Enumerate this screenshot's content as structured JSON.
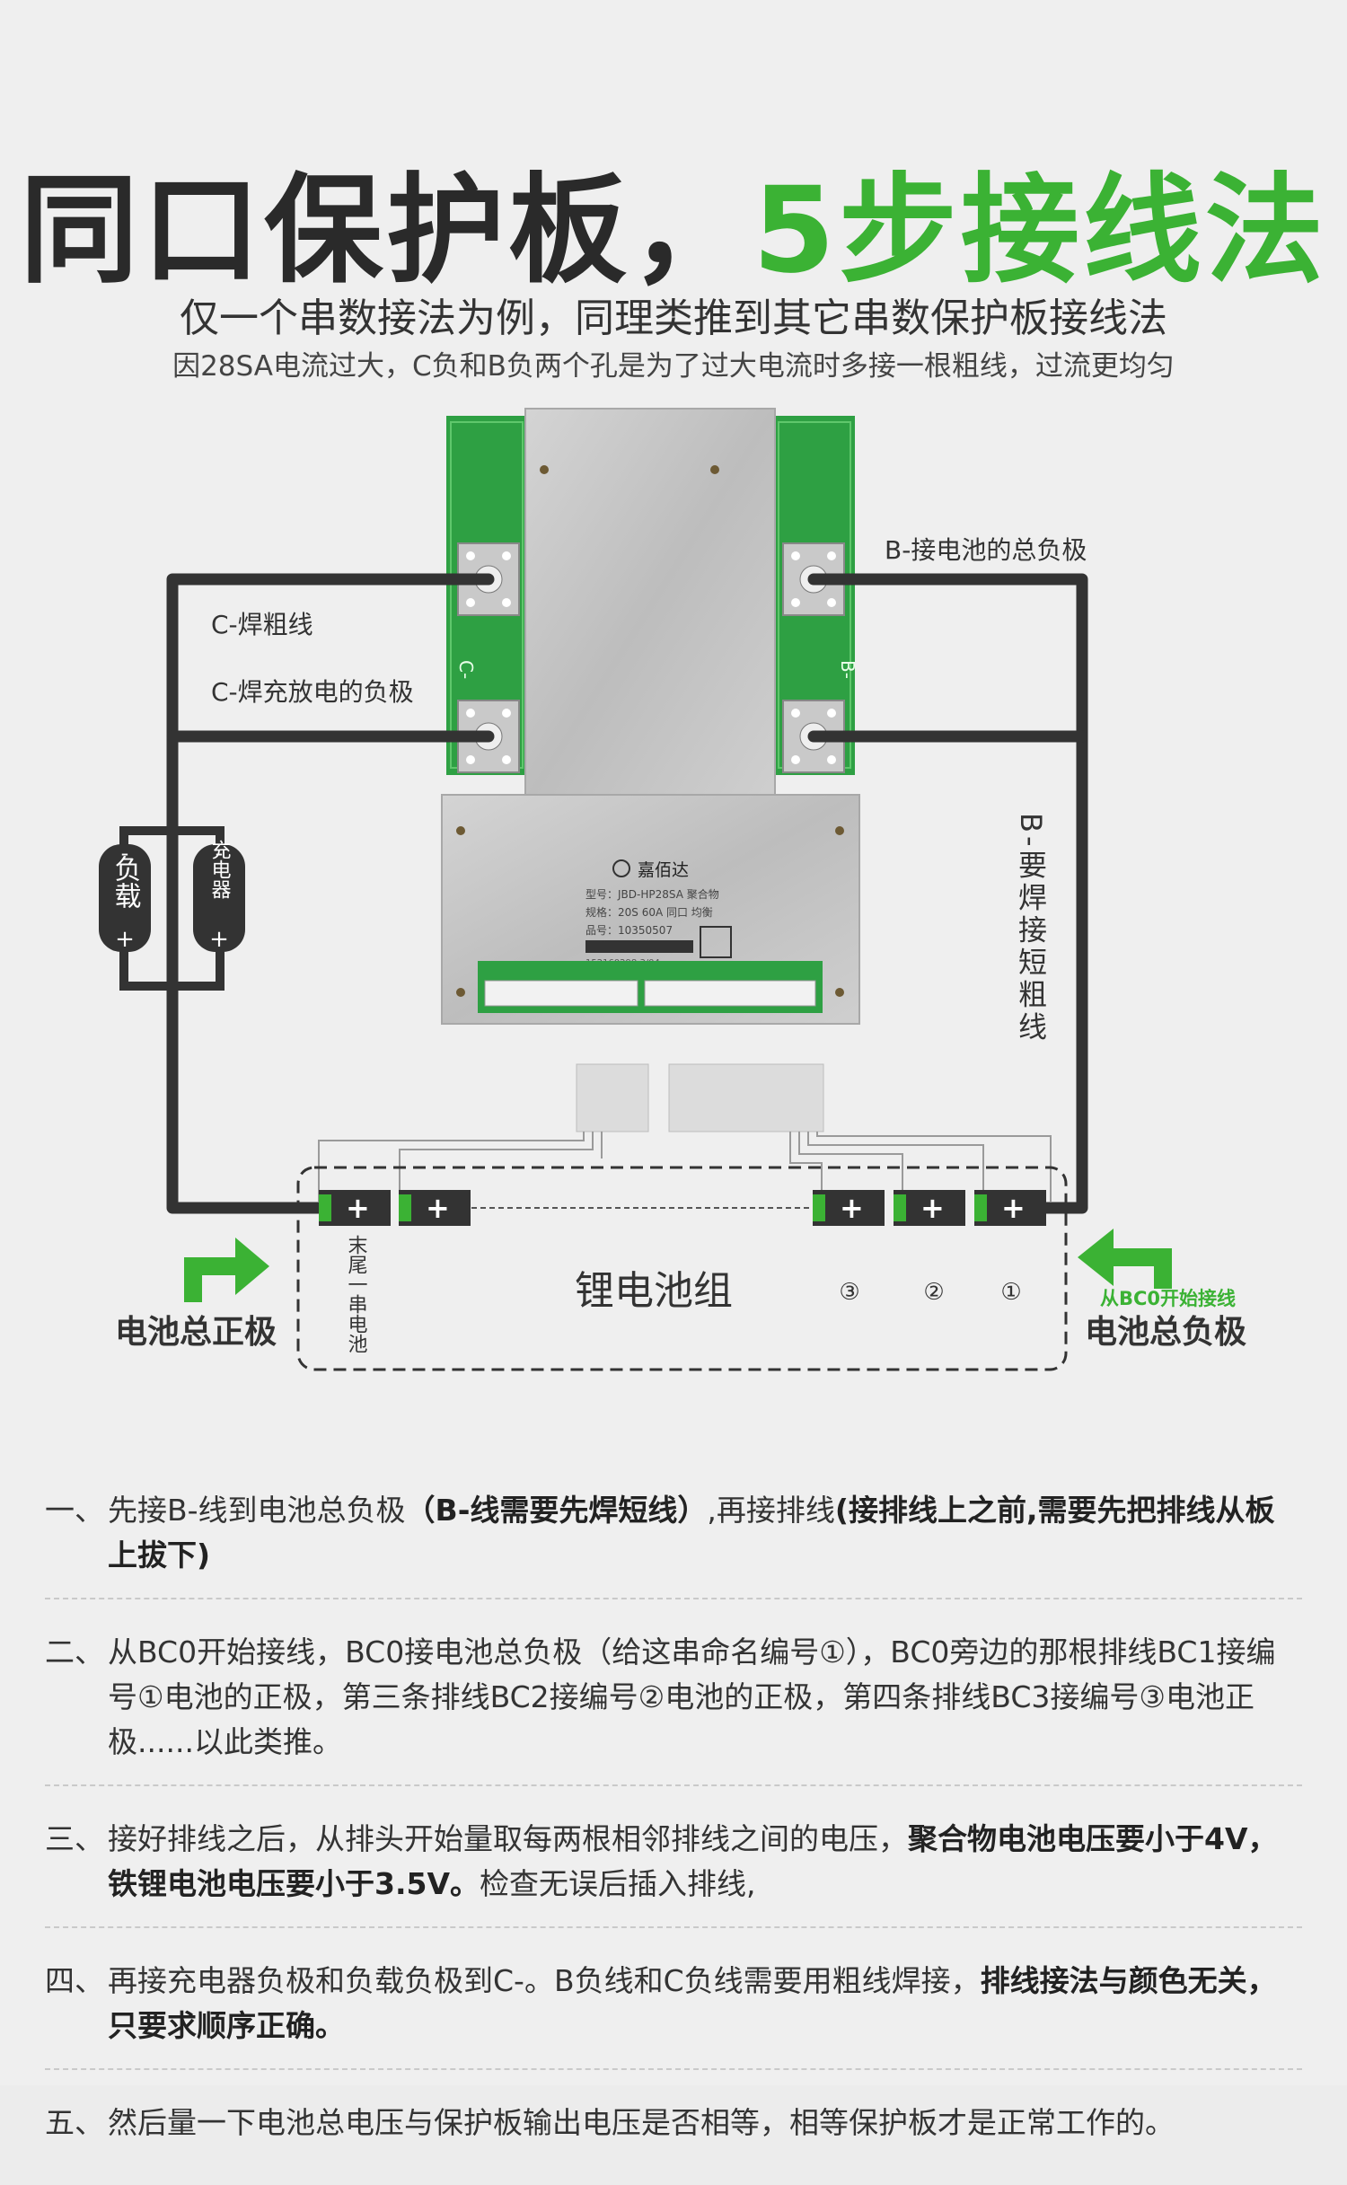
{
  "header": {
    "title_part1": "同口保护板，",
    "title_part2": "5步接线法",
    "subtitle1": "仅一个串数接法为例，同理类推到其它串数保护板接线法",
    "subtitle2": "因28SA电流过大，C负和B负两个孔是为了过大电流时多接一根粗线，过流更均匀"
  },
  "diagram": {
    "label_b_minus": "B-接电池的总负极",
    "label_c_thick": "C-焊粗线",
    "label_c_negative": "C-焊充放电的负极",
    "label_b_short": "B-要焊接短粗线",
    "load": {
      "minus": "-",
      "name": "负载",
      "plus": "+"
    },
    "charger": {
      "minus": "-",
      "name": "充电器",
      "plus": "+"
    },
    "board_text": {
      "brand": "嘉佰达",
      "model": "型号：JBD-HP28SA 聚合物",
      "spec": "规格：20S 60A  同口 均衡",
      "serial": "品号：10350507",
      "small": "152160298 3/04"
    },
    "pcb_c_mark": "C-",
    "pcb_b_mark": "B-",
    "cell_plus": "+",
    "pack_label": "锂电池组",
    "last_cell_label": "末尾一串电池",
    "cell_numbers": [
      "③",
      "②",
      "①"
    ],
    "start_note": "从BC0开始接线",
    "battery_positive": "电池总正极",
    "battery_negative": "电池总负极",
    "colors": {
      "green": "#3bb234",
      "wire": "#333333",
      "pcb": "#2ea043"
    }
  },
  "steps": [
    {
      "num": "一、",
      "segments": [
        {
          "text": "先接B-线到电池总负极",
          "bold": false
        },
        {
          "text": "（B-线需要先焊短线）",
          "bold": true
        },
        {
          "text": ",再接排线",
          "bold": false
        },
        {
          "text": "(接排线上之前,需要先把排线从板上拔下)",
          "bold": true
        }
      ]
    },
    {
      "num": "二、",
      "segments": [
        {
          "text": "从BC0开始接线，BC0接电池总负极（给这串命名编号①），BC0旁边的那根排线BC1接编号①电池的正极，第三条排线BC2接编号②电池的正极，第四条排线BC3接编号③电池正极......以此类推。",
          "bold": false
        }
      ]
    },
    {
      "num": "三、",
      "segments": [
        {
          "text": "接好排线之后，从排头开始量取每两根相邻排线之间的电压，",
          "bold": false
        },
        {
          "text": "聚合物电池电压要小于4V，铁锂电池电压要小于3.5V。",
          "bold": true
        },
        {
          "text": "检查无误后插入排线,",
          "bold": false
        }
      ]
    },
    {
      "num": "四、",
      "segments": [
        {
          "text": "再接充电器负极和负载负极到C-。B负线和C负线需要用粗线焊接，",
          "bold": false
        },
        {
          "text": "排线接法与颜色无关，只要求顺序正确。",
          "bold": true
        }
      ]
    },
    {
      "num": "五、",
      "segments": [
        {
          "text": "然后量一下电池总电压与保护板输出电压是否相等，相等保护板才是正常工作的。",
          "bold": false
        }
      ]
    }
  ]
}
